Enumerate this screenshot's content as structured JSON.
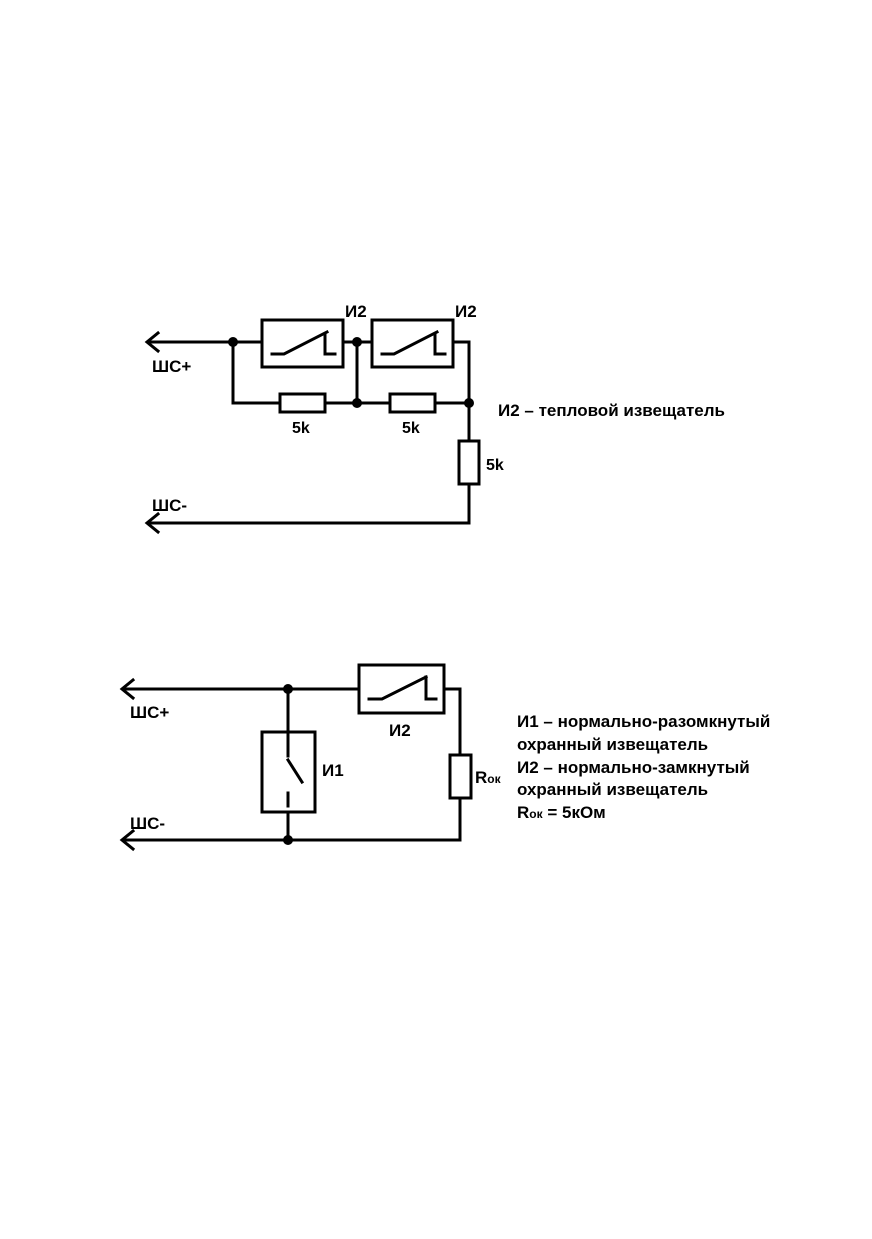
{
  "diagram1": {
    "shs_plus": "ШС+",
    "shs_minus": "ШС-",
    "detector1_label": "И2",
    "detector2_label": "И2",
    "resistor1_label": "5k",
    "resistor2_label": "5k",
    "resistor3_label": "5k",
    "legend": "И2 – тепловой извещатель"
  },
  "diagram2": {
    "shs_plus": "ШС+",
    "shs_minus": "ШС-",
    "detector_i2_label": "И2",
    "detector_i1_label": "И1",
    "resistor_main": "R",
    "resistor_sub": "ок",
    "legend": {
      "line1": "И1 – нормально-разомкнутый",
      "line2": "охранный извещатель",
      "line3": "И2 – нормально-замкнутый",
      "line4": "охранный извещатель",
      "line5_main": "R",
      "line5_sub": "ок",
      "line5_rest": " = 5кОм"
    }
  },
  "colors": {
    "ink": "#000000",
    "paper": "#ffffff"
  }
}
